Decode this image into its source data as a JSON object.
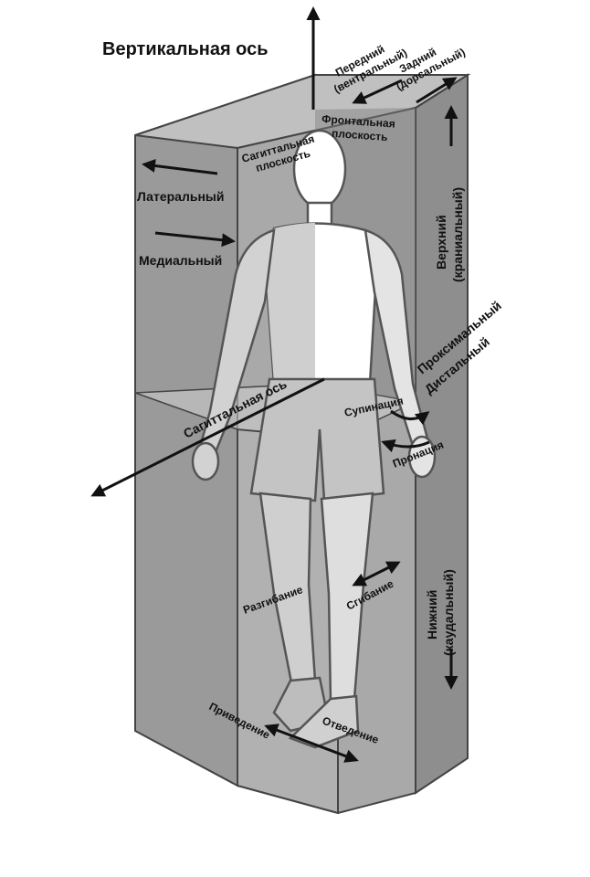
{
  "title": "Вертикальная ось",
  "labels": {
    "anterior_line1": "Передний",
    "anterior_line2": "(вентральный)",
    "posterior_line1": "Задний",
    "posterior_line2": "(дорсальный)",
    "sagittal_plane_line1": "Сагиттальная",
    "sagittal_plane_line2": "плоскость",
    "frontal_plane_line1": "Фронтальная",
    "frontal_plane_line2": "плоскость",
    "lateral": "Латеральный",
    "medial": "Медиальный",
    "superior_line1": "Верхний",
    "superior_line2": "(краниальный)",
    "proximal": "Проксимальный",
    "distal": "Дистальный",
    "supination": "Супинация",
    "pronation": "Пронация",
    "sagittal_axis": "Сагиттальная ось",
    "extension": "Разгибание",
    "flexion": "Сгибание",
    "inferior_line1": "Нижний",
    "inferior_line2": "(каудальный)",
    "adduction": "Приведение",
    "abduction": "Отведение"
  },
  "colors": {
    "box_side": "#9a9a9a",
    "box_front": "#b4b4b4",
    "box_top": "#c8c8c8",
    "inner_face": "#8a8a8a",
    "box_edge": "#444444",
    "figure_fill": "#d9d9d9",
    "figure_light": "#ffffff",
    "figure_outline": "#555555",
    "arrow": "#111111"
  }
}
